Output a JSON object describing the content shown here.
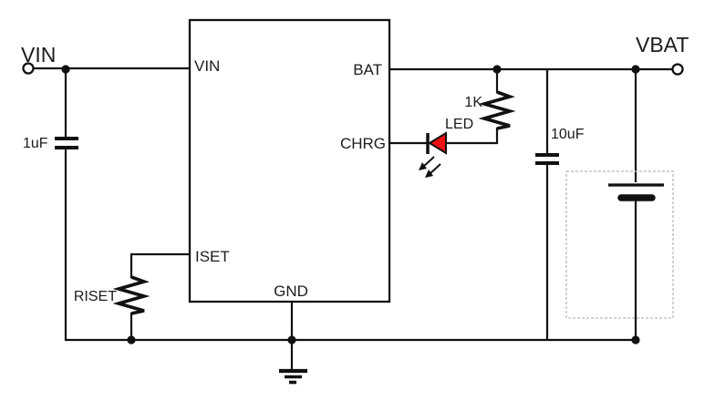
{
  "terminals": {
    "input_label": "VIN",
    "output_label": "VBAT"
  },
  "charger_ic": {
    "pins": {
      "vin": "VIN",
      "bat": "BAT",
      "chrg": "CHRG",
      "iset": "ISET",
      "gnd": "GND"
    }
  },
  "components": {
    "input_capacitor_value": "1uF",
    "output_capacitor_value": "10uF",
    "current_set_resistor_label": "RISET",
    "led_resistor_value": "1K",
    "led_label": "LED"
  },
  "colors": {
    "led_fill": "#ee1111",
    "wire": "#111111",
    "battery_box_dash": "#b8b8b8"
  }
}
